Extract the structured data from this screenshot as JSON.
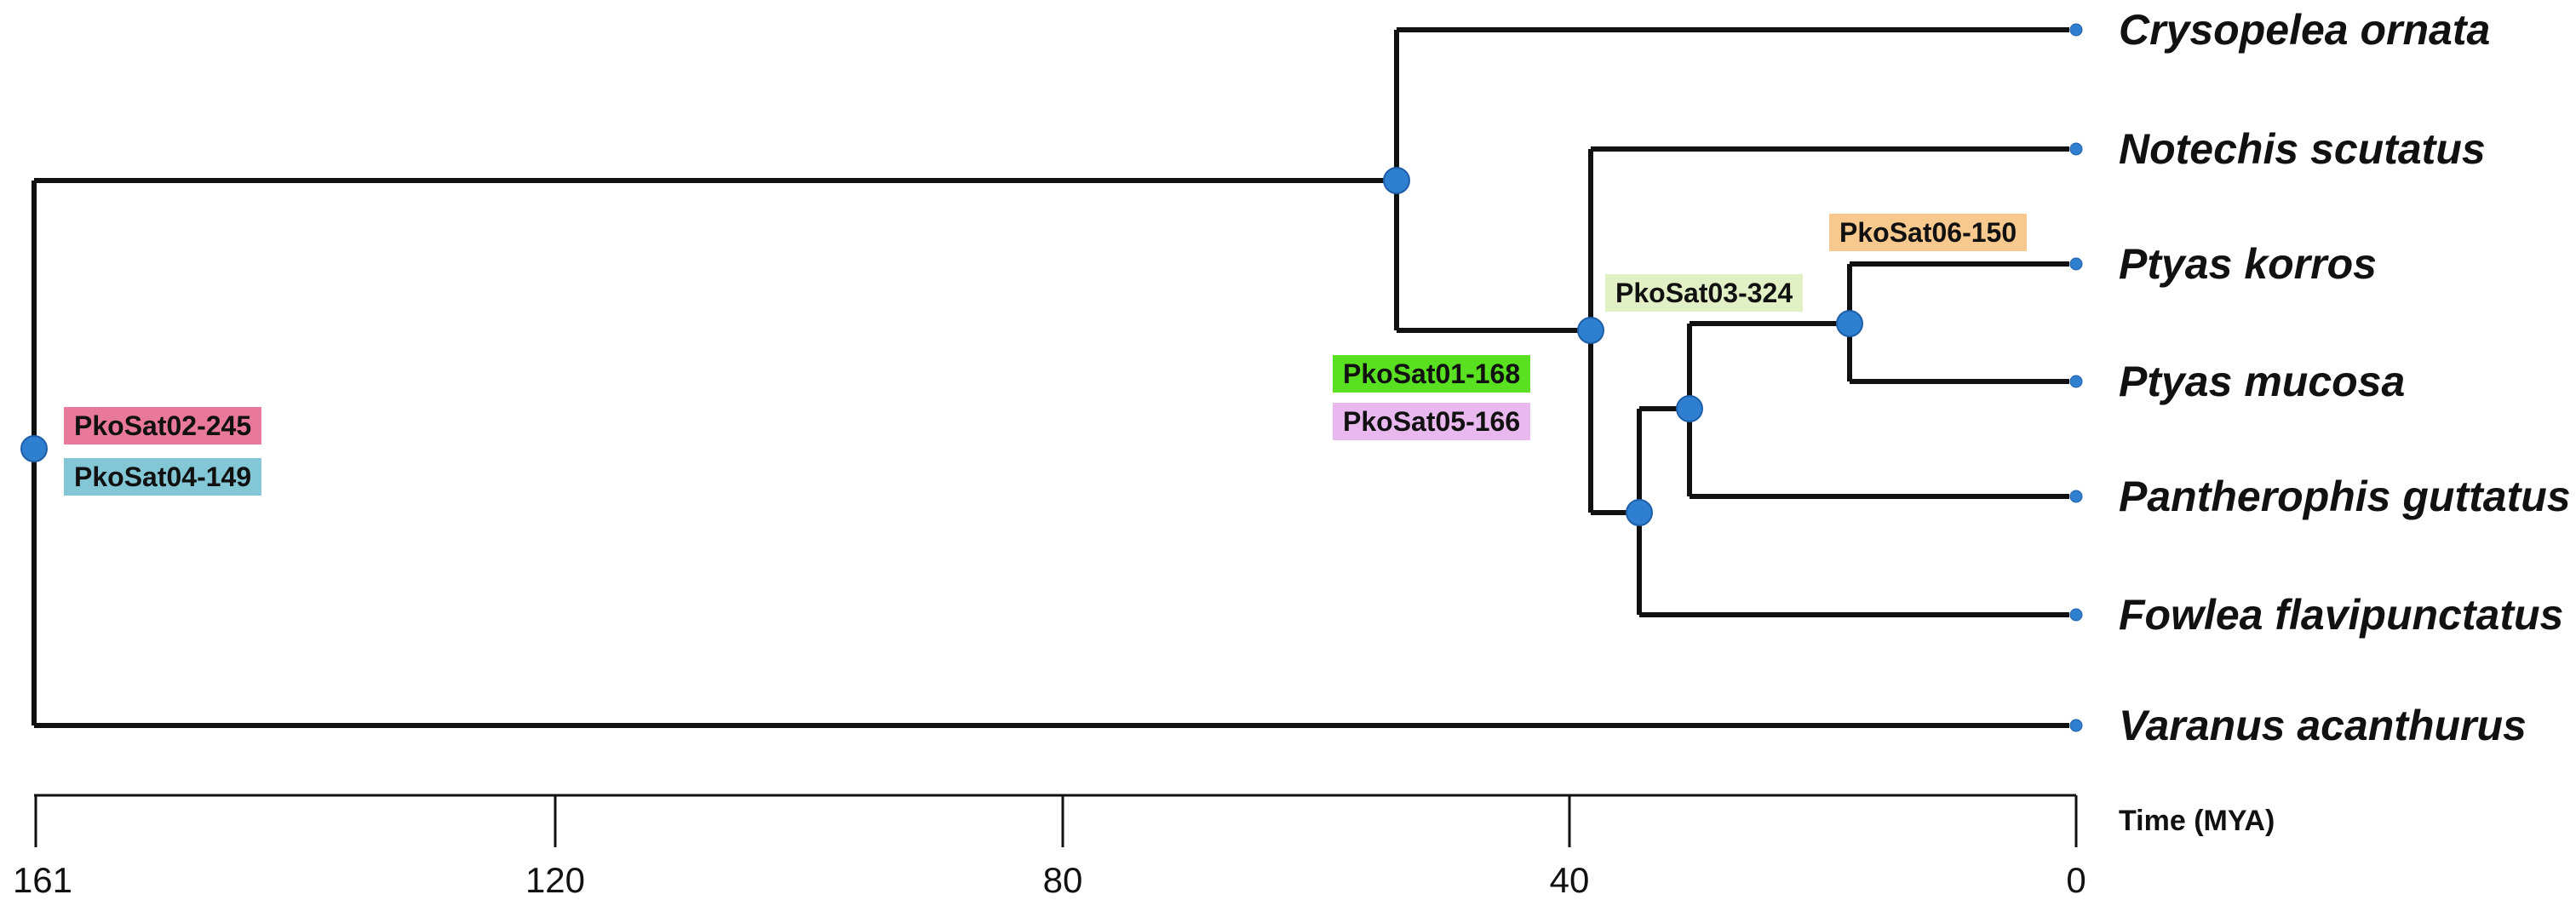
{
  "axis": {
    "title": "Time (MYA)",
    "ticks": [
      "161",
      "120",
      "80",
      "40",
      "0"
    ]
  },
  "taxa": [
    "Crysopelea ornata",
    "Notechis scutatus",
    "Ptyas korros",
    "Ptyas mucosa",
    "Pantherophis guttatus",
    "Fowlea flavipunctatus",
    "Varanus acanthurus"
  ],
  "tags": [
    {
      "text": "PkoSat02-245",
      "color": "#e9799b"
    },
    {
      "text": "PkoSat04-149",
      "color": "#83c6d6"
    },
    {
      "text": "PkoSat01-168",
      "color": "#58e021"
    },
    {
      "text": "PkoSat05-166",
      "color": "#e8b8ee"
    },
    {
      "text": "PkoSat03-324",
      "color": "#e2f0c6"
    },
    {
      "text": "PkoSat06-150",
      "color": "#f8c98f"
    }
  ],
  "colors": {
    "branch": "#111111",
    "node": "#2f7fd0"
  }
}
